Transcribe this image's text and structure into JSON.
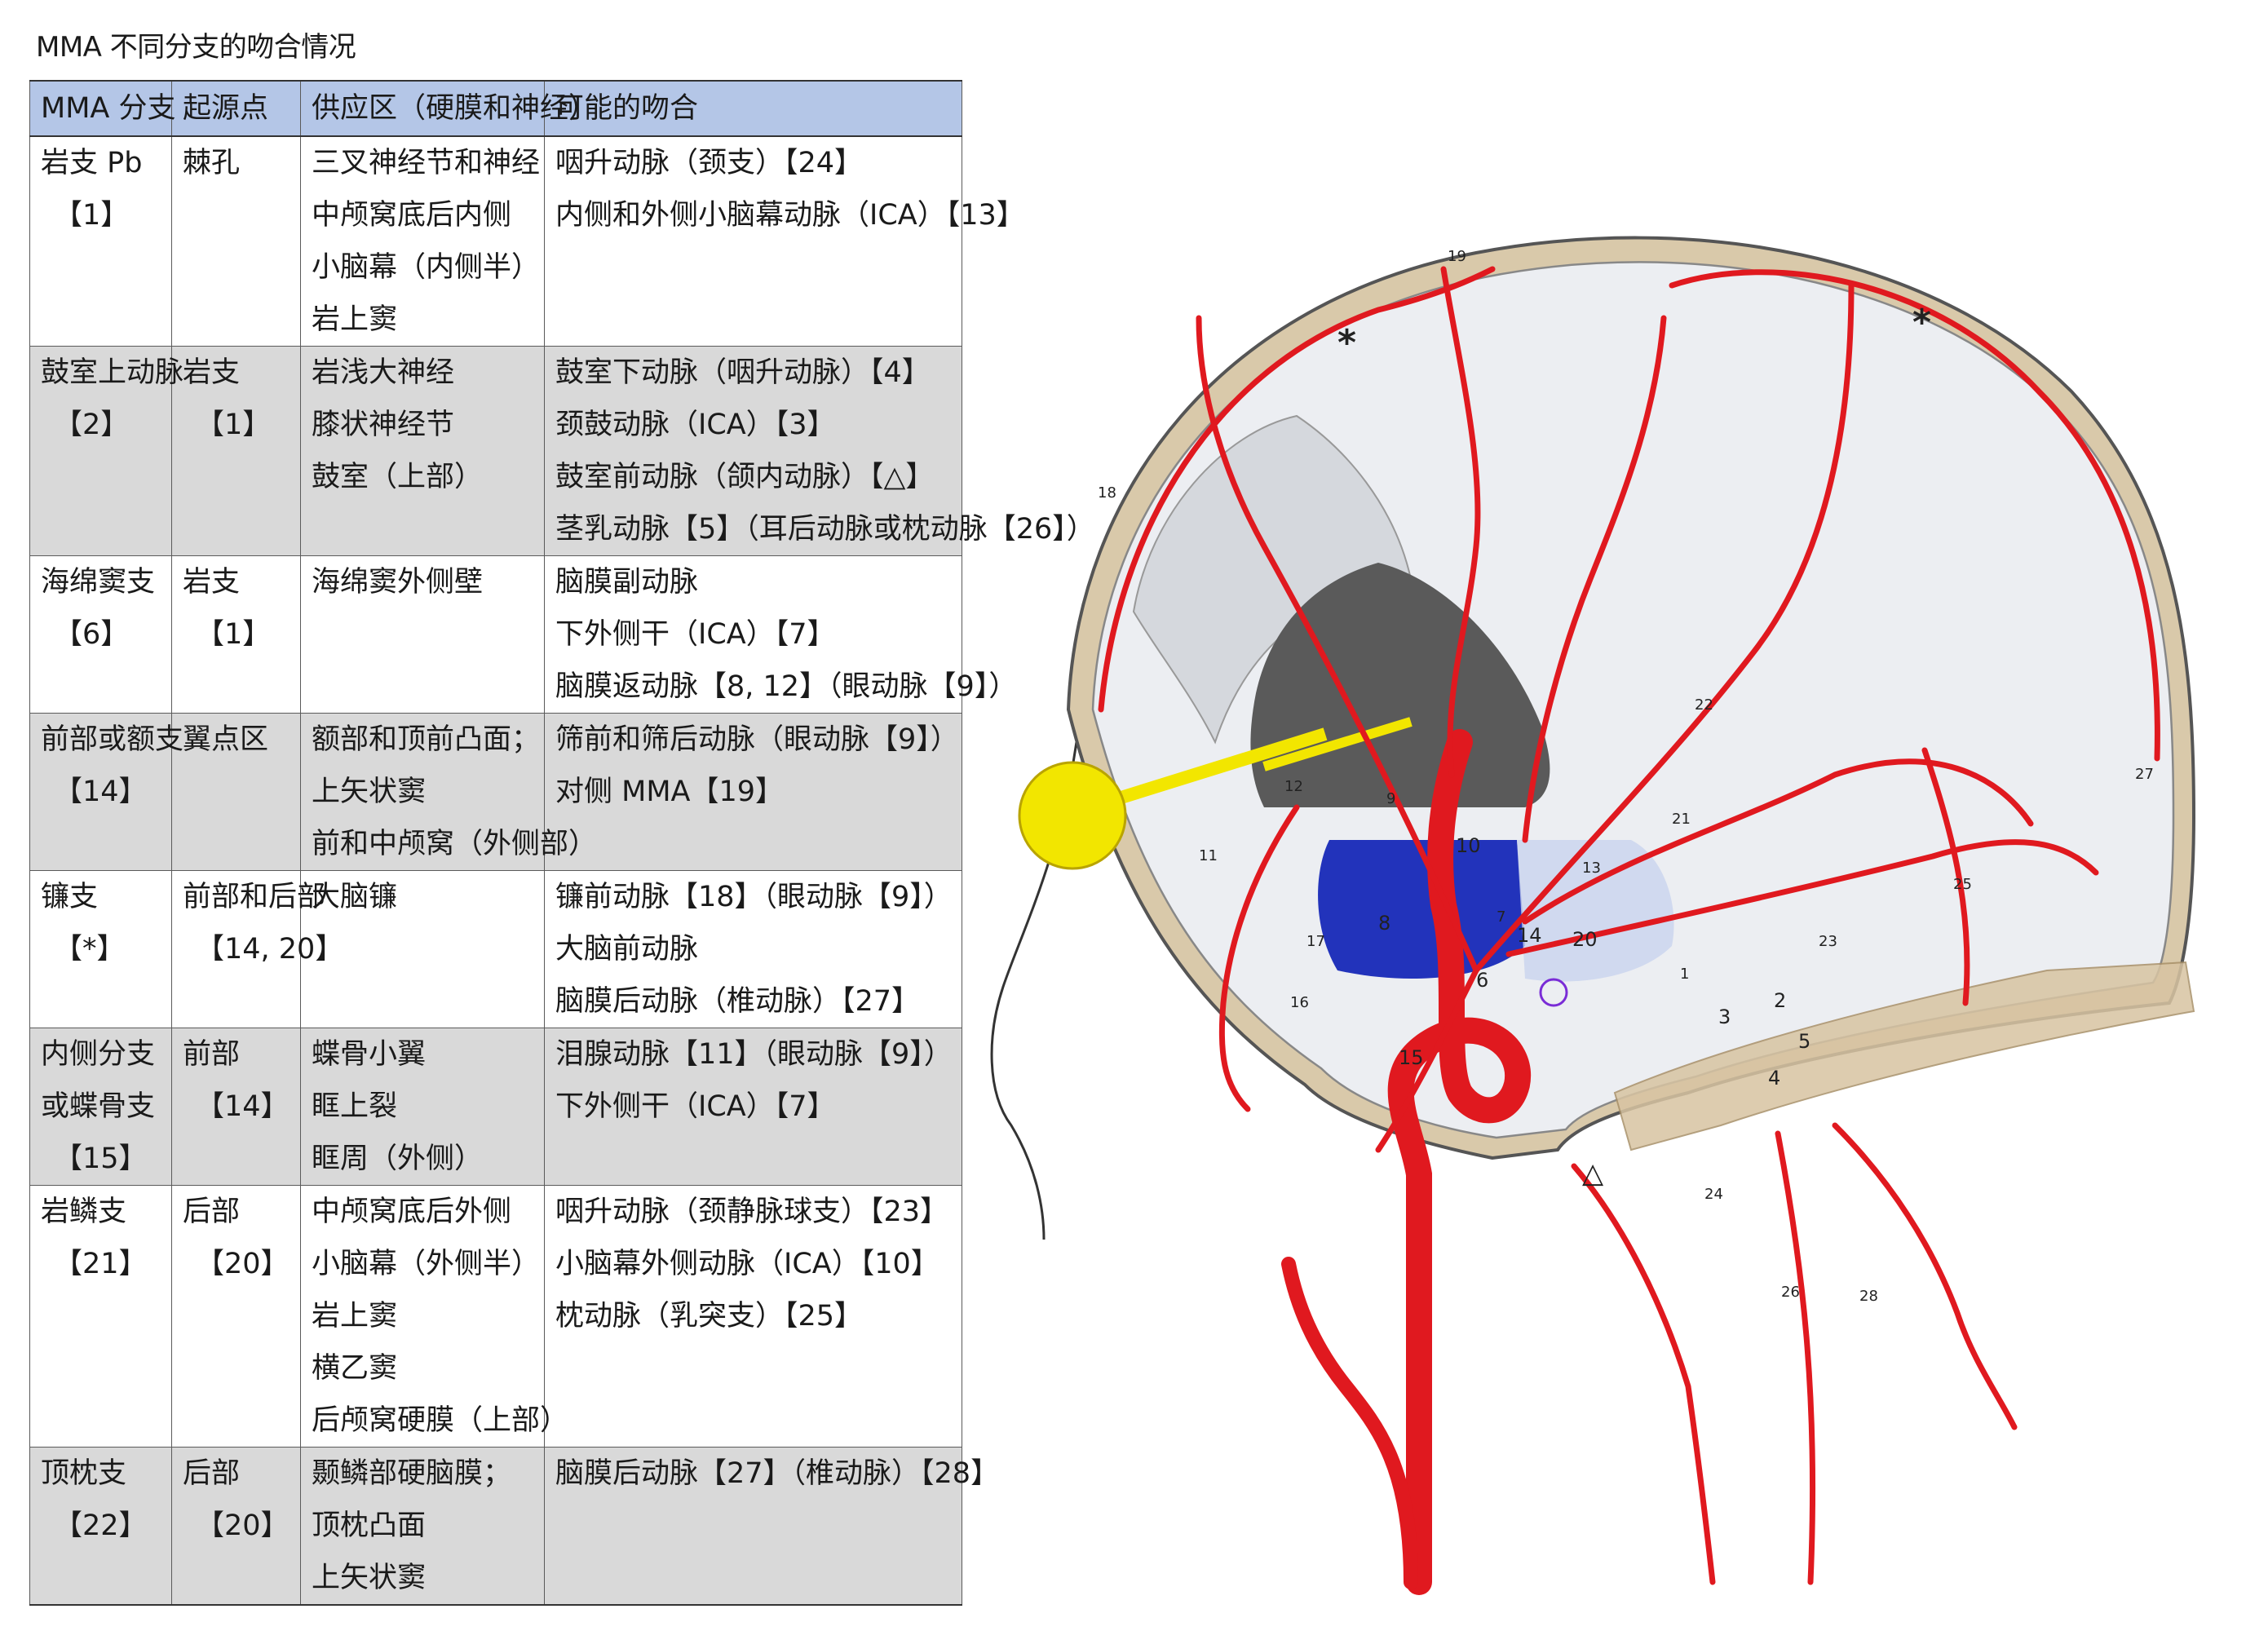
{
  "title": "MMA 不同分支的吻合情况",
  "table": {
    "headers": [
      "MMA 分支",
      "起源点",
      "供应区（硬膜和神经）",
      "可能的吻合"
    ],
    "rows": [
      {
        "branch": [
          "岩支 Pb",
          "【1】"
        ],
        "origin": [
          "棘孔"
        ],
        "supply": [
          "三叉神经节和神经",
          "中颅窝底后内侧",
          "小脑幕（内侧半）",
          "岩上窦"
        ],
        "anastomosis": [
          "咽升动脉（颈支）【24】",
          "内侧和外侧小脑幕动脉（ICA）【13】"
        ]
      },
      {
        "branch": [
          "鼓室上动脉",
          "【2】"
        ],
        "origin": [
          "岩支",
          "【1】"
        ],
        "supply": [
          "岩浅大神经",
          "膝状神经节",
          "鼓室（上部）"
        ],
        "anastomosis": [
          "鼓室下动脉（咽升动脉）【4】",
          "颈鼓动脉（ICA）【3】",
          "鼓室前动脉（颌内动脉）【△】",
          "茎乳动脉【5】（耳后动脉或枕动脉【26】）"
        ]
      },
      {
        "branch": [
          "海绵窦支",
          "【6】"
        ],
        "origin": [
          "岩支",
          "【1】"
        ],
        "supply": [
          "海绵窦外侧壁"
        ],
        "anastomosis": [
          "脑膜副动脉",
          "下外侧干（ICA）【7】",
          "脑膜返动脉【8, 12】（眼动脉【9】）"
        ]
      },
      {
        "branch": [
          "前部或额支",
          "【14】"
        ],
        "origin": [
          "翼点区"
        ],
        "supply": [
          "额部和顶前凸面；",
          "上矢状窦",
          "前和中颅窝（外侧部）"
        ],
        "anastomosis": [
          "筛前和筛后动脉（眼动脉【9】）",
          "对侧 MMA【19】"
        ]
      },
      {
        "branch": [
          "镰支",
          "【*】"
        ],
        "origin": [
          "前部和后部",
          "【14, 20】"
        ],
        "supply": [
          "大脑镰"
        ],
        "anastomosis": [
          "镰前动脉【18】（眼动脉【9】）",
          "大脑前动脉",
          "脑膜后动脉（椎动脉）【27】"
        ]
      },
      {
        "branch": [
          "内侧分支",
          "或蝶骨支",
          "【15】"
        ],
        "origin": [
          "前部",
          "【14】"
        ],
        "supply": [
          "蝶骨小翼",
          "眶上裂",
          "眶周（外侧）"
        ],
        "anastomosis": [
          "泪腺动脉【11】（眼动脉【9】）",
          "下外侧干（ICA）【7】"
        ]
      },
      {
        "branch": [
          "岩鳞支",
          "【21】"
        ],
        "origin": [
          "后部",
          "【20】"
        ],
        "supply": [
          "中颅窝底后外侧",
          "小脑幕（外侧半）",
          "岩上窦",
          "横乙窦",
          "后颅窝硬膜（上部）"
        ],
        "anastomosis": [
          "咽升动脉（颈静脉球支）【23】",
          "小脑幕外侧动脉（ICA）【10】",
          "枕动脉（乳突支）【25】"
        ]
      },
      {
        "branch": [
          "顶枕支",
          "【22】"
        ],
        "origin": [
          "后部",
          "【20】"
        ],
        "supply": [
          "颞鳞部硬脑膜；",
          "顶枕凸面",
          "上矢状窦"
        ],
        "anastomosis": [
          "脑膜后动脉【27】（椎动脉）【28】"
        ]
      }
    ]
  },
  "figure": {
    "labels": [
      "1",
      "2",
      "3",
      "4",
      "5",
      "6",
      "7",
      "8",
      "9",
      "10",
      "11",
      "12",
      "13",
      "14",
      "15",
      "16",
      "17",
      "18",
      "19",
      "20",
      "21",
      "22",
      "23",
      "24",
      "25",
      "26",
      "27",
      "28"
    ],
    "markers": {
      "asterisk": "*",
      "triangle": "△"
    },
    "colors": {
      "artery": "#e0191f",
      "vein": "#2233bb",
      "nerve": "#f2e600",
      "dura": "#e9eaee",
      "bone": "#d8c4a2",
      "brain_shadow": "#5a5a5a"
    }
  }
}
